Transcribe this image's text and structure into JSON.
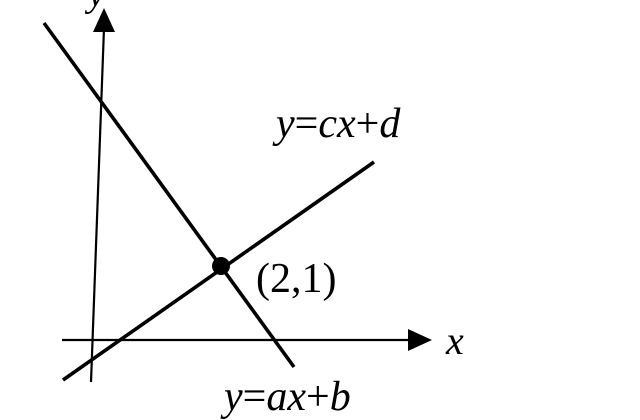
{
  "diagram": {
    "y_axis_label": "y",
    "x_axis_label": "x",
    "line_cd_label": {
      "var_y": "y",
      "equals": "=",
      "coef": "c",
      "var_x": "x",
      "plus": "+",
      "const": "d"
    },
    "line_ab_label": {
      "var_y": "y",
      "equals": "=",
      "coef": "a",
      "var_x": "x",
      "plus": "+",
      "const": "b"
    },
    "intersection_label": "(2,1)",
    "ink_color": "#000000"
  }
}
